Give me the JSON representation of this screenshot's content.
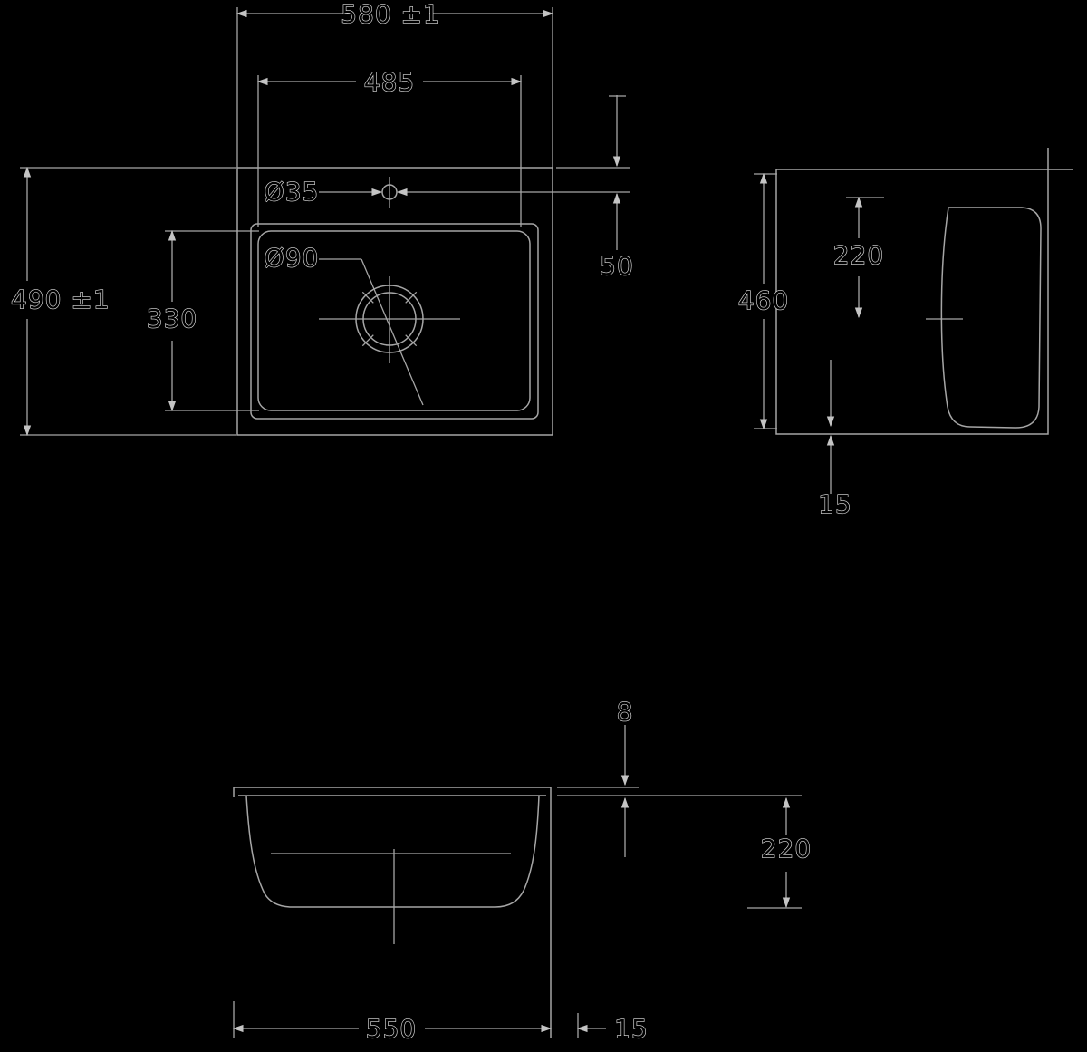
{
  "colors": {
    "background": "#000000",
    "lines": "#a6a6a6",
    "text_outline": "#e0e0e0"
  },
  "plan_view": {
    "overall_width": "580 ±1",
    "basin_width": "485",
    "tap_hole_diameter": "Ø35",
    "drain_diameter": "Ø90",
    "basin_depth": "330",
    "overall_depth": "490 ±1",
    "tap_hole_offset": "50"
  },
  "side_view": {
    "overall_height": "460",
    "drain_center_depth": "220",
    "bottom_clearance": "15"
  },
  "front_view": {
    "rim_thickness": "8",
    "basin_depth": "220",
    "basin_width": "550",
    "side_offset": "15"
  }
}
